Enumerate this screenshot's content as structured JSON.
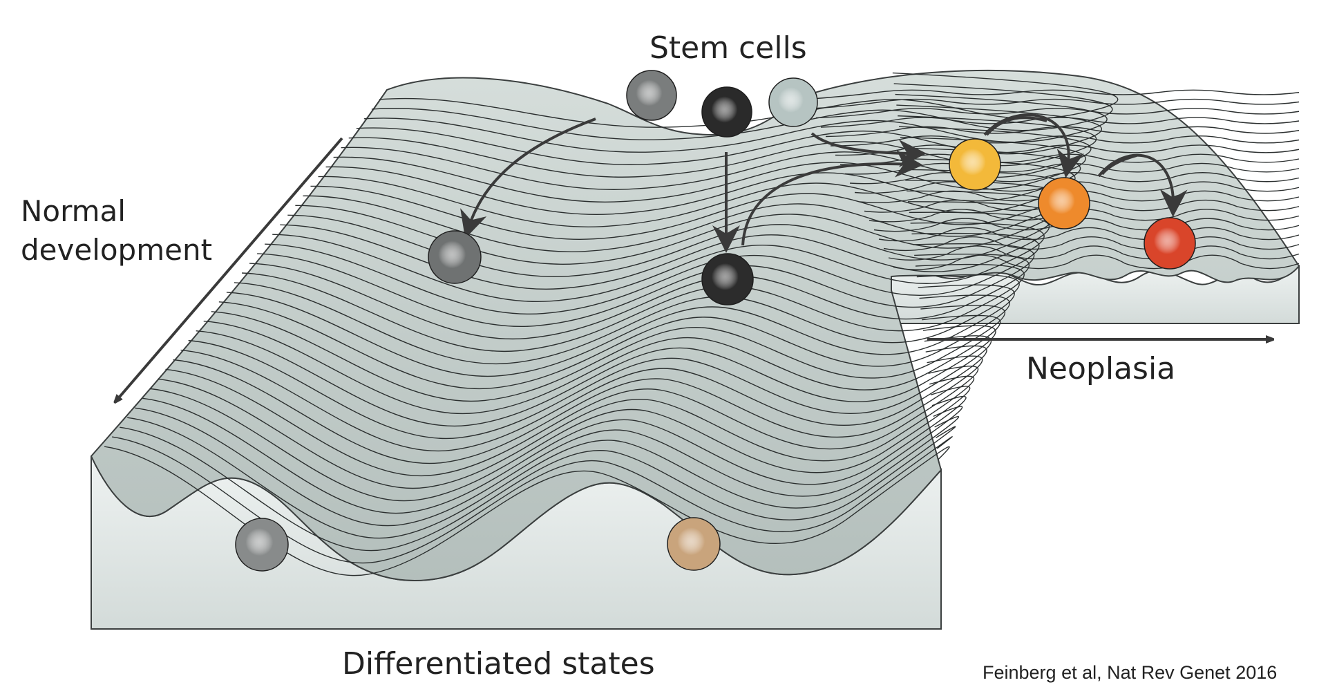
{
  "labels": {
    "stem_cells": "Stem cells",
    "normal_development": "Normal development",
    "neoplasia": "Neoplasia",
    "differentiated_states": "Differentiated states",
    "citation": "Feinberg et al, Nat Rev Genet 2016"
  },
  "colors": {
    "surface": "#c9d3d0",
    "surface_side": "#dde4e2",
    "contour": "#2b2f2f",
    "arrow": "#3a3a3a",
    "text": "#222222"
  },
  "cells": [
    {
      "name": "stem-cell-gray",
      "color": "#7a7d7d"
    },
    {
      "name": "stem-cell-black",
      "color": "#2a2a2a"
    },
    {
      "name": "stem-cell-light",
      "color": "#b6c4c2"
    },
    {
      "name": "progenitor-gray",
      "color": "#6f7272"
    },
    {
      "name": "progenitor-black",
      "color": "#2c2c2c"
    },
    {
      "name": "differentiated-gray",
      "color": "#888b8b"
    },
    {
      "name": "differentiated-tan",
      "color": "#c9a47c"
    },
    {
      "name": "neoplastic-yellow",
      "color": "#f3b93a"
    },
    {
      "name": "neoplastic-orange",
      "color": "#ee8a2c"
    },
    {
      "name": "neoplastic-red",
      "color": "#d9452a"
    }
  ]
}
